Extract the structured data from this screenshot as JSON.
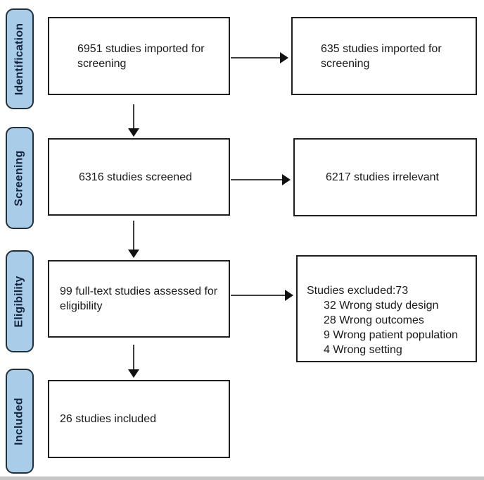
{
  "colors": {
    "stage_fill": "#a9cce9",
    "stage_border": "#22303c",
    "stage_text": "#13233b",
    "box_border": "#1f1f1f",
    "text": "#1a1a1a",
    "arrow": "#3d3d3d",
    "arrowhead": "#111111"
  },
  "stages": [
    {
      "label": "Identification"
    },
    {
      "label": "Screening"
    },
    {
      "label": "Eligibility"
    },
    {
      "label": "Included"
    }
  ],
  "main_boxes": [
    {
      "text": "6951 studies imported for\nscreening"
    },
    {
      "text": "6316 studies screened"
    },
    {
      "text": "99 full-text studies assessed for\neligibility"
    },
    {
      "text": "26 studies included"
    }
  ],
  "side_boxes": [
    {
      "text": "635 studies imported for\nscreening"
    },
    {
      "text": "6217 studies irrelevant"
    }
  ],
  "exclusion_box": {
    "title": "Studies excluded:73",
    "items": [
      "32 Wrong study design",
      "28 Wrong outcomes",
      "9 Wrong patient population",
      "4 Wrong setting"
    ]
  }
}
